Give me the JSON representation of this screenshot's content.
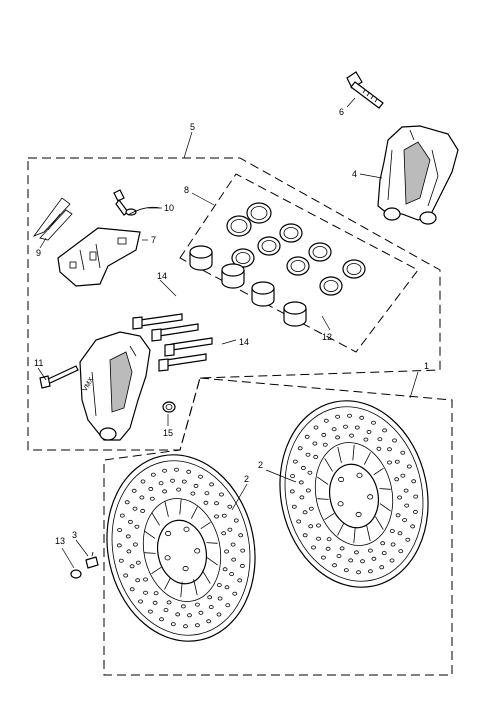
{
  "diagram": {
    "callouts": {
      "c1": "1",
      "c2a": "2",
      "c2b": "2",
      "c3": "3",
      "c4": "4",
      "c5": "5",
      "c6": "6",
      "c7": "7",
      "c8": "8",
      "c9": "9",
      "c10": "10",
      "c11": "11",
      "c12": "12",
      "c13": "13",
      "c14a": "14",
      "c14b": "14",
      "c15": "15"
    },
    "components": [
      "bolt-6",
      "caliper-4",
      "bracket-7",
      "bleed-nipple-10",
      "pad-pin-clip-9",
      "seal-kit-8",
      "caliper-11",
      "bolts-14",
      "washer-15",
      "disc-left",
      "disc-right",
      "bolt-3",
      "cap-13",
      "assembly-box-5",
      "assembly-box-1"
    ]
  }
}
